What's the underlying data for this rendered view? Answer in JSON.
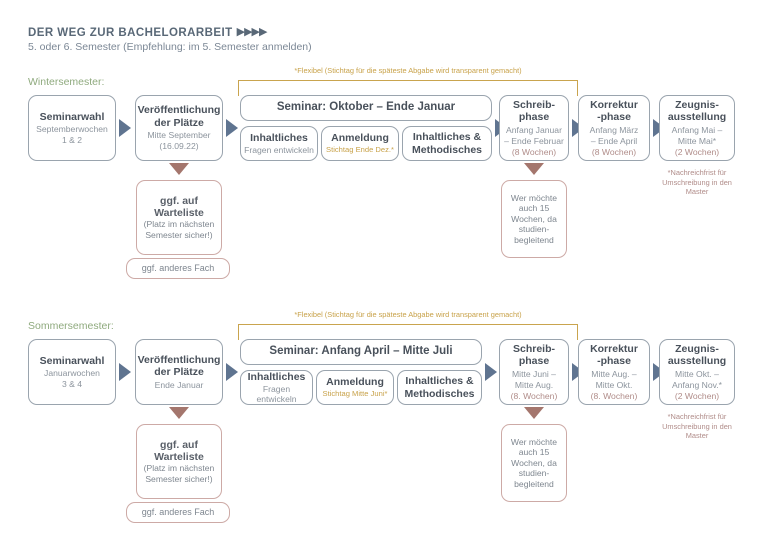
{
  "header": {
    "title": "DER WEG ZUR BACHELORARBEIT",
    "arrows": "▶▶▶▶",
    "subtitle": "5. oder 6. Semester (Empfehlung: im 5. Semester anmelden)"
  },
  "colors": {
    "accent_slate": "#5f7490",
    "accent_rose": "#a4766d",
    "accent_gold": "#c8a24a",
    "label_green": "#8faa7e",
    "box_border": "#9aa4ae",
    "rose_border": "#cdaaa6"
  },
  "semesters": [
    {
      "label": "Wintersemester:",
      "bracket_note": "*Flexibel (Stichtag für die späteste Abgabe wird transparent gemacht)",
      "seminarwahl": {
        "title": "Seminarwahl",
        "sub": "Septemberwochen",
        "sub2": "1 & 2"
      },
      "veroeffentlichung": {
        "title_l1": "Veröffentlichung",
        "title_l2": "der Plätze",
        "sub": "Mitte September",
        "sub2": "(16.09.22)"
      },
      "warteliste": {
        "title_l1": "ggf. auf",
        "title_l2": "Warteliste",
        "sub": "(Platz im nächsten",
        "sub2": "Semester sicher!)"
      },
      "anderes_fach": "ggf. anderes Fach",
      "seminar": {
        "title": "Seminar: Oktober – Ende Januar",
        "sub_boxes": [
          {
            "title": "Inhaltliches",
            "sub": "Fragen entwickeln",
            "gold": ""
          },
          {
            "title": "Anmeldung",
            "sub": "",
            "gold": "Stichtag Ende Dez.*"
          },
          {
            "title_l1": "Inhaltliches &",
            "title_l2": "Methodisches",
            "sub": "",
            "gold": ""
          }
        ]
      },
      "schreibphase": {
        "title_l1": "Schreib-",
        "title_l2": "phase",
        "sub": "Anfang Januar",
        "sub2": "– Ende Februar",
        "weeks": "(8 Wochen)"
      },
      "wermoechte": {
        "lines": [
          "Wer möchte",
          "auch 15",
          "Wochen, da",
          "studien-",
          "begleitend"
        ]
      },
      "korrektur": {
        "title_l1": "Korrektur",
        "title_l2": "-phase",
        "sub": "Anfang März",
        "sub2": "– Ende April",
        "weeks": "(8 Wochen)"
      },
      "zeugnis": {
        "title_l1": "Zeugnis-",
        "title_l2": "ausstellung",
        "sub": "Anfang Mai –",
        "sub2": "Mitte Mai*",
        "weeks": "(2 Wochen)"
      },
      "footnote": "*Nachreichfrist für Umschreibung in den Master"
    },
    {
      "label": "Sommersemester:",
      "bracket_note": "*Flexibel (Stichtag für die späteste Abgabe wird transparent gemacht)",
      "seminarwahl": {
        "title": "Seminarwahl",
        "sub": "Januarwochen",
        "sub2": "3 & 4"
      },
      "veroeffentlichung": {
        "title_l1": "Veröffentlichung",
        "title_l2": "der Plätze",
        "sub": "Ende Januar",
        "sub2": ""
      },
      "warteliste": {
        "title_l1": "ggf. auf",
        "title_l2": "Warteliste",
        "sub": "(Platz im nächsten",
        "sub2": "Semester sicher!)"
      },
      "anderes_fach": "ggf. anderes Fach",
      "seminar": {
        "title": "Seminar: Anfang April – Mitte Juli",
        "sub_boxes": [
          {
            "title": "Inhaltliches",
            "sub": "Fragen entwickeln",
            "gold": ""
          },
          {
            "title": "Anmeldung",
            "sub": "",
            "gold": "Stichtag Mitte Juni*"
          },
          {
            "title_l1": "Inhaltliches &",
            "title_l2": "Methodisches",
            "sub": "",
            "gold": ""
          }
        ]
      },
      "schreibphase": {
        "title_l1": "Schreib-",
        "title_l2": "phase",
        "sub": "Mitte Juni –",
        "sub2": "Mitte Aug.",
        "weeks": "(8. Wochen)"
      },
      "wermoechte": {
        "lines": [
          "Wer möchte",
          "auch 15",
          "Wochen, da",
          "studien-",
          "begleitend"
        ]
      },
      "korrektur": {
        "title_l1": "Korrektur",
        "title_l2": "-phase",
        "sub": "Mitte Aug. –",
        "sub2": "Mitte Okt.",
        "weeks": "(8. Wochen)"
      },
      "zeugnis": {
        "title_l1": "Zeugnis-",
        "title_l2": "ausstellung",
        "sub": "Mitte Okt. –",
        "sub2": "Anfang Nov.*",
        "weeks": "(2 Wochen)"
      },
      "footnote": "*Nachreichfrist für Umschreibung in den Master"
    }
  ]
}
